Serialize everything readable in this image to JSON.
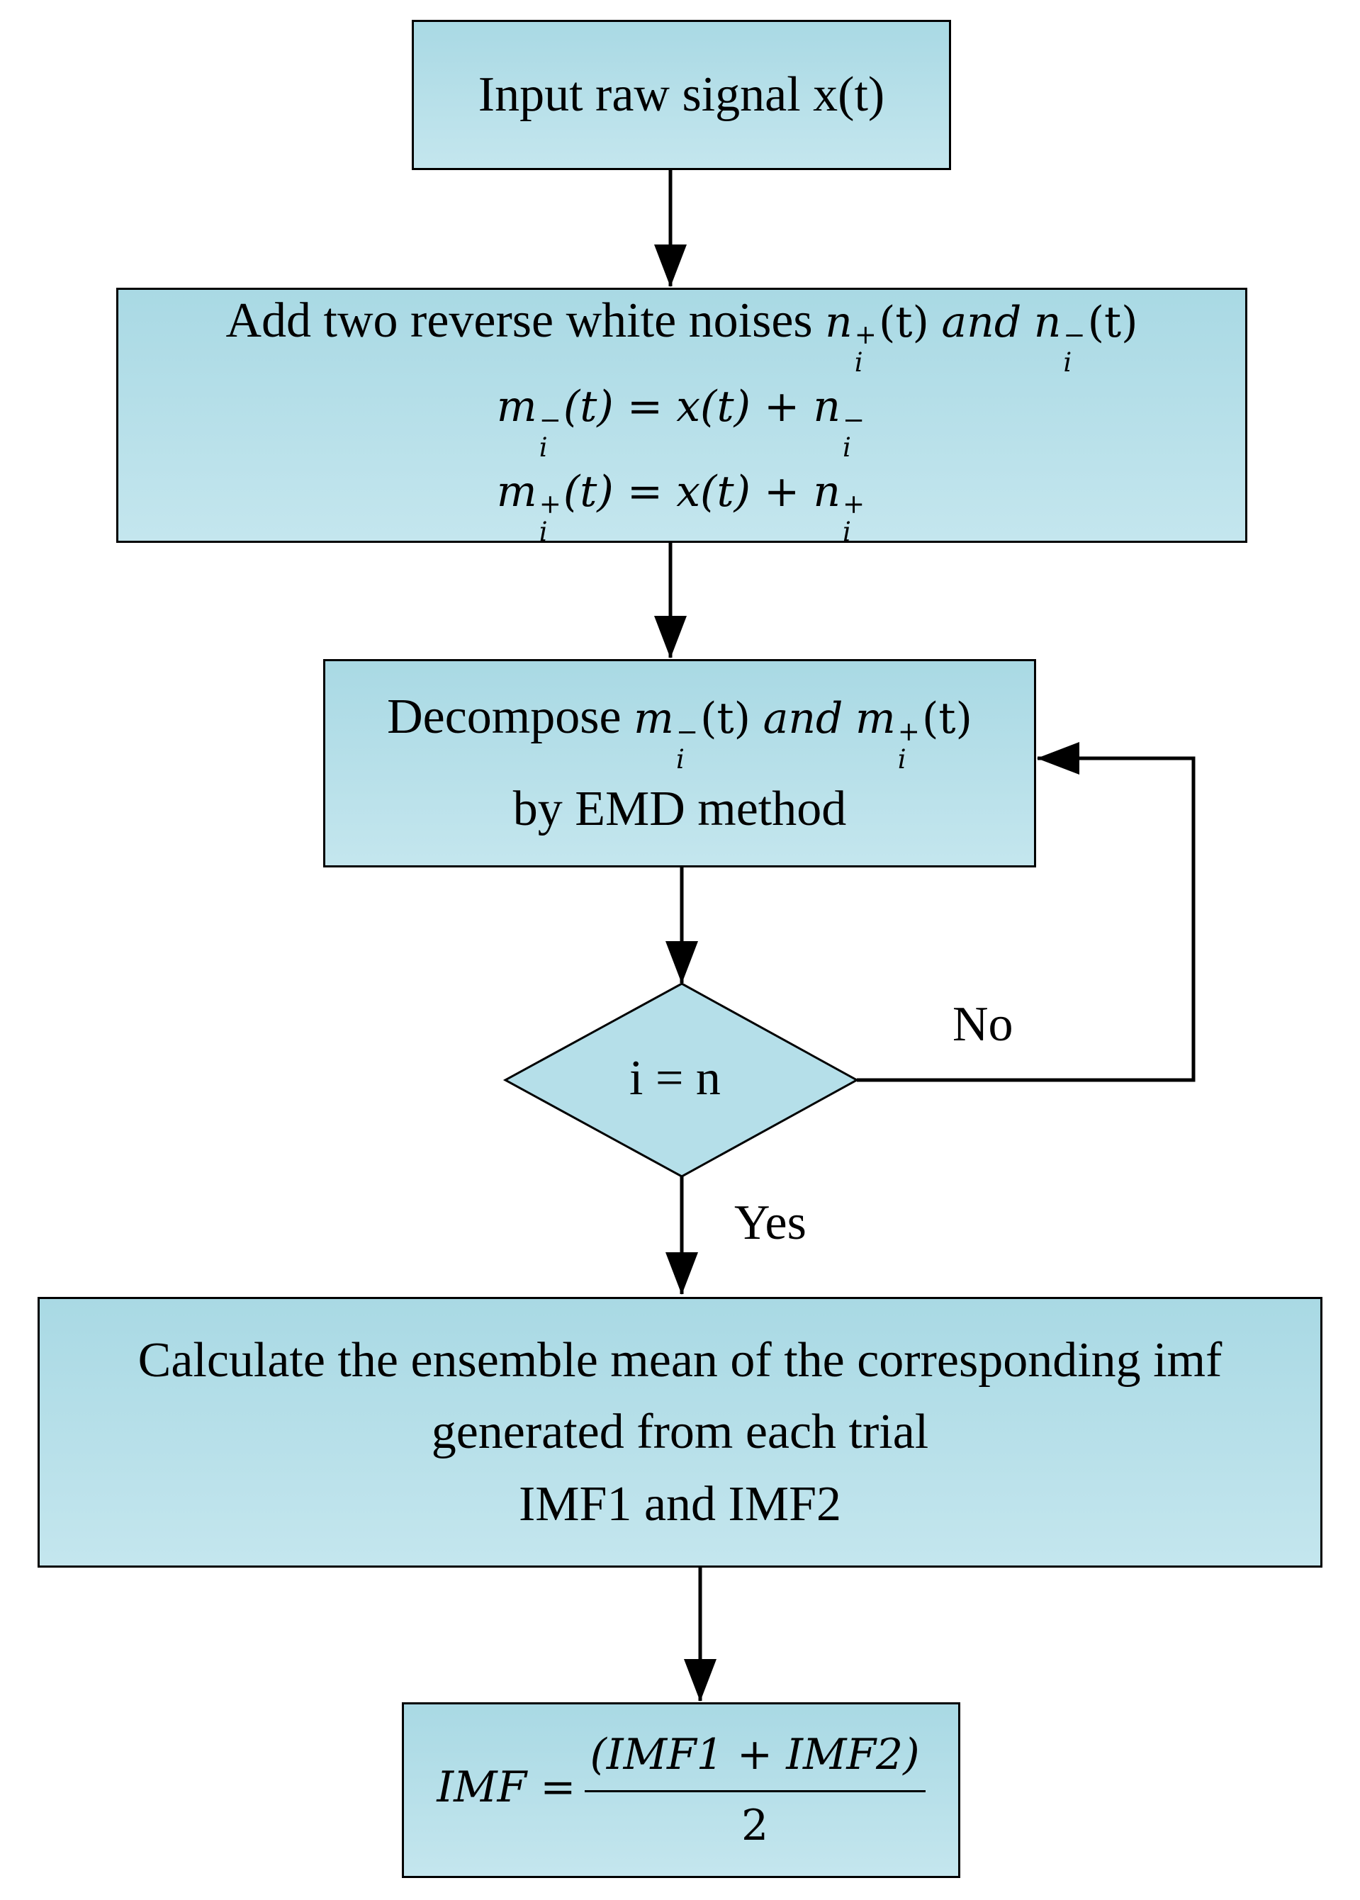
{
  "colors": {
    "box_fill_top": "#a9d9e4",
    "box_fill_bottom": "#c4e6ee",
    "stroke": "#000000"
  },
  "steps": {
    "input": {
      "text": "Input raw signal x(t)"
    },
    "add_noise": {
      "text": "Add two reverse white noises",
      "n_sym": "n",
      "and_word": "and",
      "eq1_lhs": "m",
      "eq1_rhs": "(t) = x(t) + n",
      "eq2_lhs": "m",
      "eq2_rhs": "(t) = x(t) + n",
      "arg": "(t)",
      "subscript": "i",
      "sup_plus": "+",
      "sup_minus": "−"
    },
    "decompose": {
      "text": "Decompose",
      "m_sym": "m",
      "and_word": "and",
      "arg": "(t)",
      "line2": "by EMD method"
    },
    "decision": {
      "text": "i = n",
      "no_label": "No",
      "yes_label": "Yes"
    },
    "ensemble": {
      "line1": "Calculate the ensemble mean of the corresponding imf",
      "line2": "generated from each trial",
      "line3": "IMF1 and IMF2"
    },
    "result": {
      "lhs": "IMF =",
      "numerator": "(IMF1 + IMF2)",
      "denominator": "2"
    }
  }
}
